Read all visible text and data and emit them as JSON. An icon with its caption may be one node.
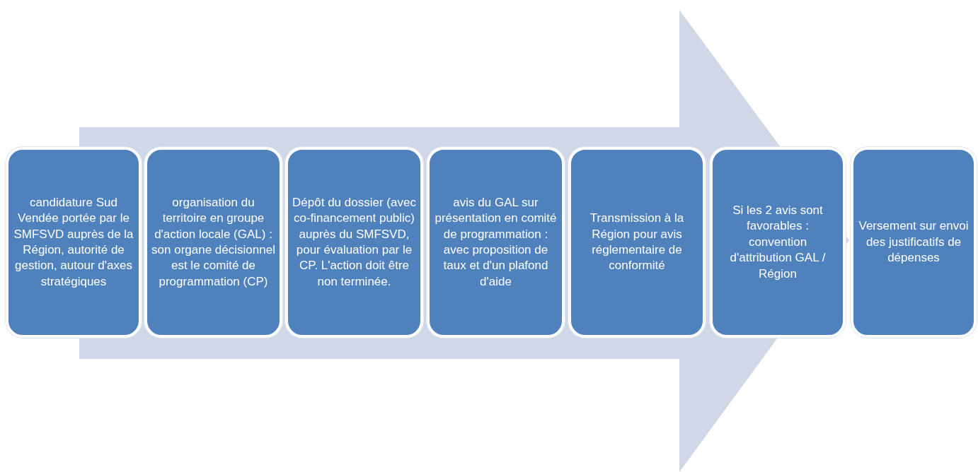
{
  "diagram": {
    "nodes": [
      {
        "text": [
          "candidature Sud Vendée portée par le SMFSVD auprès de la Région, autorité de gestion, autour d'axes stratégiques"
        ]
      },
      {
        "text": [
          "organisation du territoire en groupe d'action locale (GAL) : son organe décisionnel est le comité de programmation (CP)"
        ]
      },
      {
        "text": [
          "Dépôt du dossier (avec co-financement public) auprès du SMFSVD, pour évaluation par le CP. L'action doit être non terminée."
        ]
      },
      {
        "text": [
          "avis du GAL sur présentation en comité de programmation : avec proposition de taux et d'un plafond d'aide"
        ]
      },
      {
        "text": [
          "Transmission à la Région pour avis réglementaire de conformité"
        ]
      },
      {
        "text": [
          "Si les 2 avis sont favorables : convention d'attribution GAL / Région"
        ]
      },
      {
        "text": [
          "Versement sur envoi des justificatifs de dépenses"
        ]
      }
    ],
    "edges": [
      {
        "from": 0,
        "to": 6,
        "arrow": "to"
      }
    ]
  }
}
